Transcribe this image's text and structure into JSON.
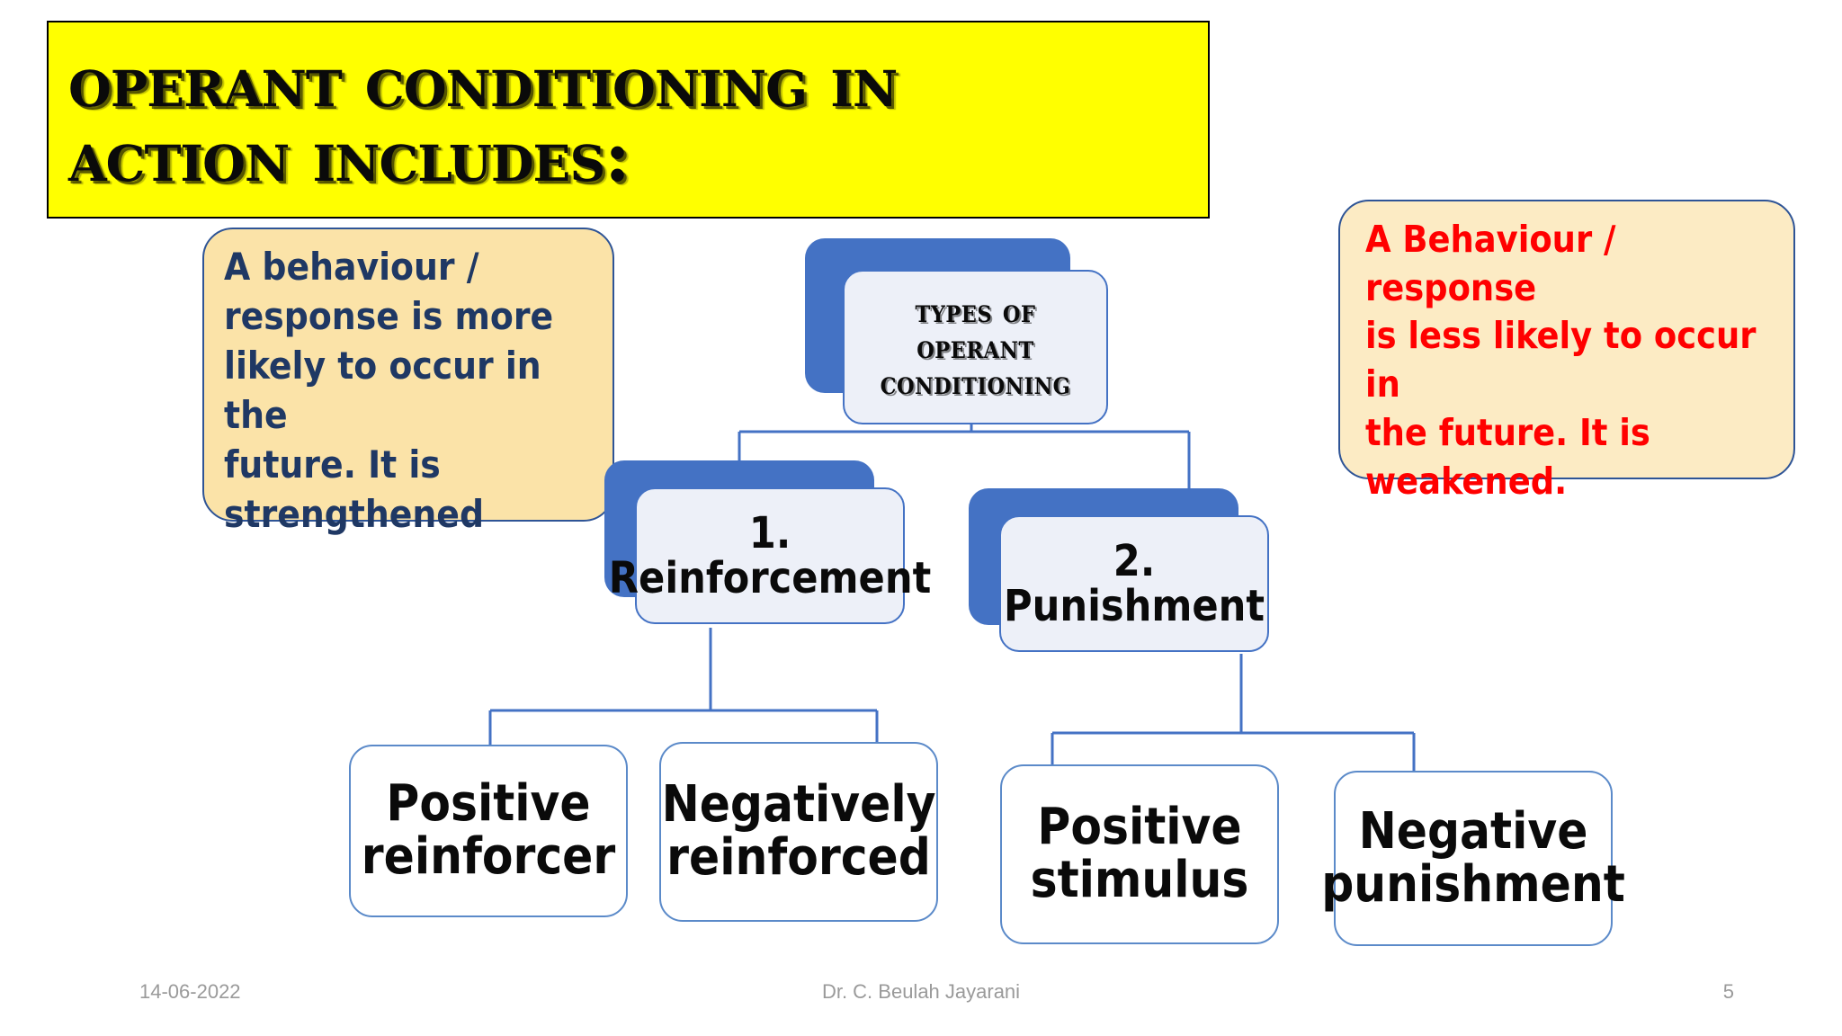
{
  "slide": {
    "title": {
      "line1": "Operant Conditioning in",
      "line2": "Action includes:",
      "background_color": "#FFFF00",
      "text_color": "#000000"
    },
    "callout_left": {
      "text": " A behaviour /\nresponse is more\nlikely to occur in the\nfuture. It is\nstrengthened",
      "text_color": "#1F3864",
      "background_color": "#FBE3A8",
      "border_color": "#2E5496"
    },
    "callout_right": {
      "text": "A Behaviour / response\nis less likely to occur in\nthe future. It is\nweakened.",
      "text_color": "#FF0000",
      "background_color": "#FCEBC4",
      "border_color": "#2E5496"
    },
    "chart": {
      "accent_color": "#4472C4",
      "node_face_color": "#EDF0F8",
      "connector_color": "#4472C4",
      "root": {
        "label": "Types of\nOperant\nConditioning"
      },
      "branches": [
        {
          "label": "1.\nReinforcement"
        },
        {
          "label": "2.\nPunishment"
        }
      ],
      "leaves": [
        {
          "label": "Positive\nreinforcer"
        },
        {
          "label": "Negatively\nreinforced"
        },
        {
          "label": "Positive\nstimulus"
        },
        {
          "label": "Negative\npunishment"
        }
      ]
    },
    "footer": {
      "date": "14-06-2022",
      "author": "Dr. C. Beulah Jayarani",
      "page_number": "5",
      "text_color": "#9a9a9a"
    }
  }
}
